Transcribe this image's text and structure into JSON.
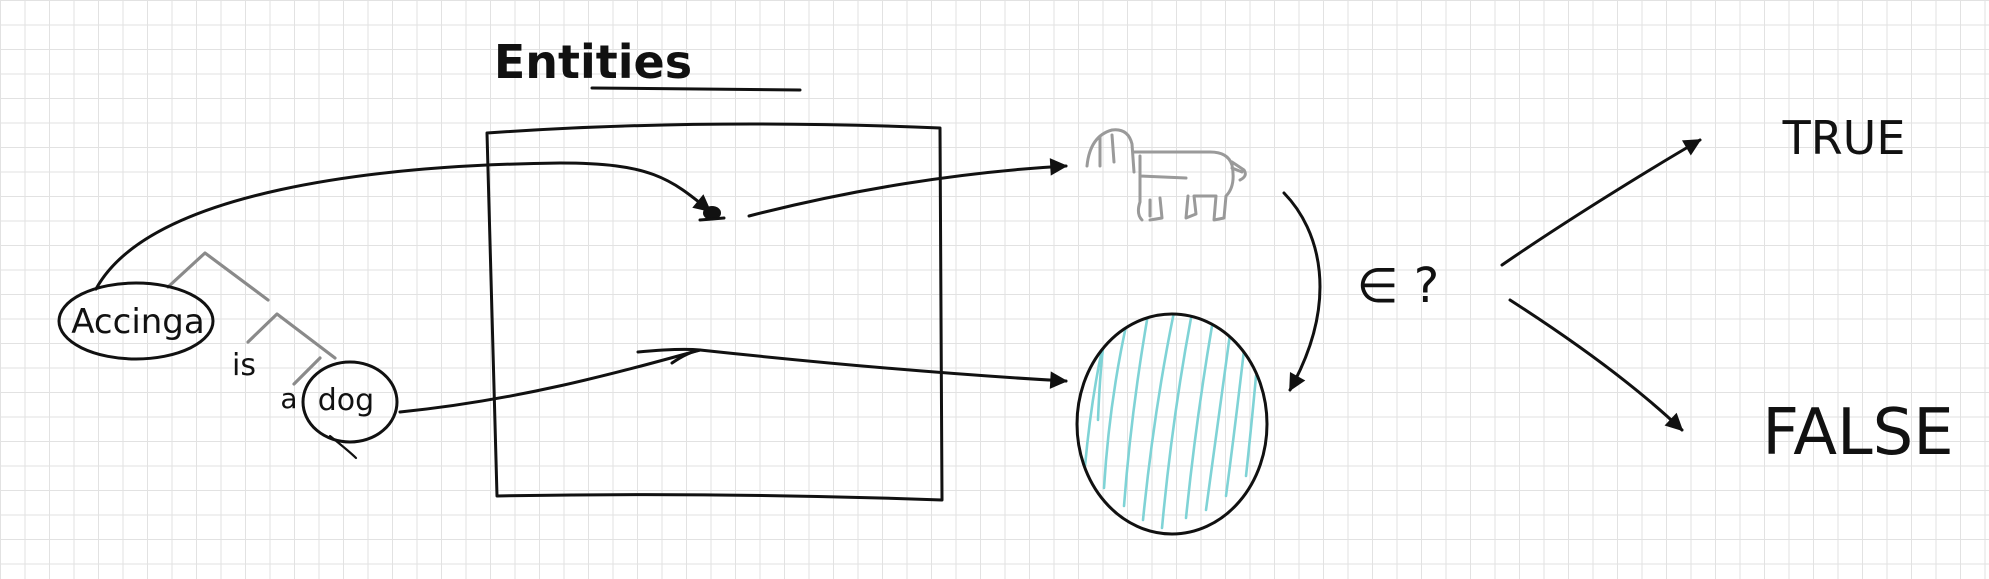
{
  "title": "Entities",
  "sentence": {
    "subject": "Accinga",
    "verb": "is",
    "article": "a",
    "noun": "dog"
  },
  "question": "∈ ?",
  "outcomes": {
    "true_label": "TRUE",
    "false_label": "FALSE"
  },
  "colors": {
    "ink": "#111111",
    "tree_grey": "#8a8a8a",
    "dog_grey": "#9a9a9a",
    "hatch": "#7fd3d6",
    "grid": "#e2e2e2"
  },
  "icons": [
    "dog-sketch-icon",
    "entity-dot-icon"
  ]
}
